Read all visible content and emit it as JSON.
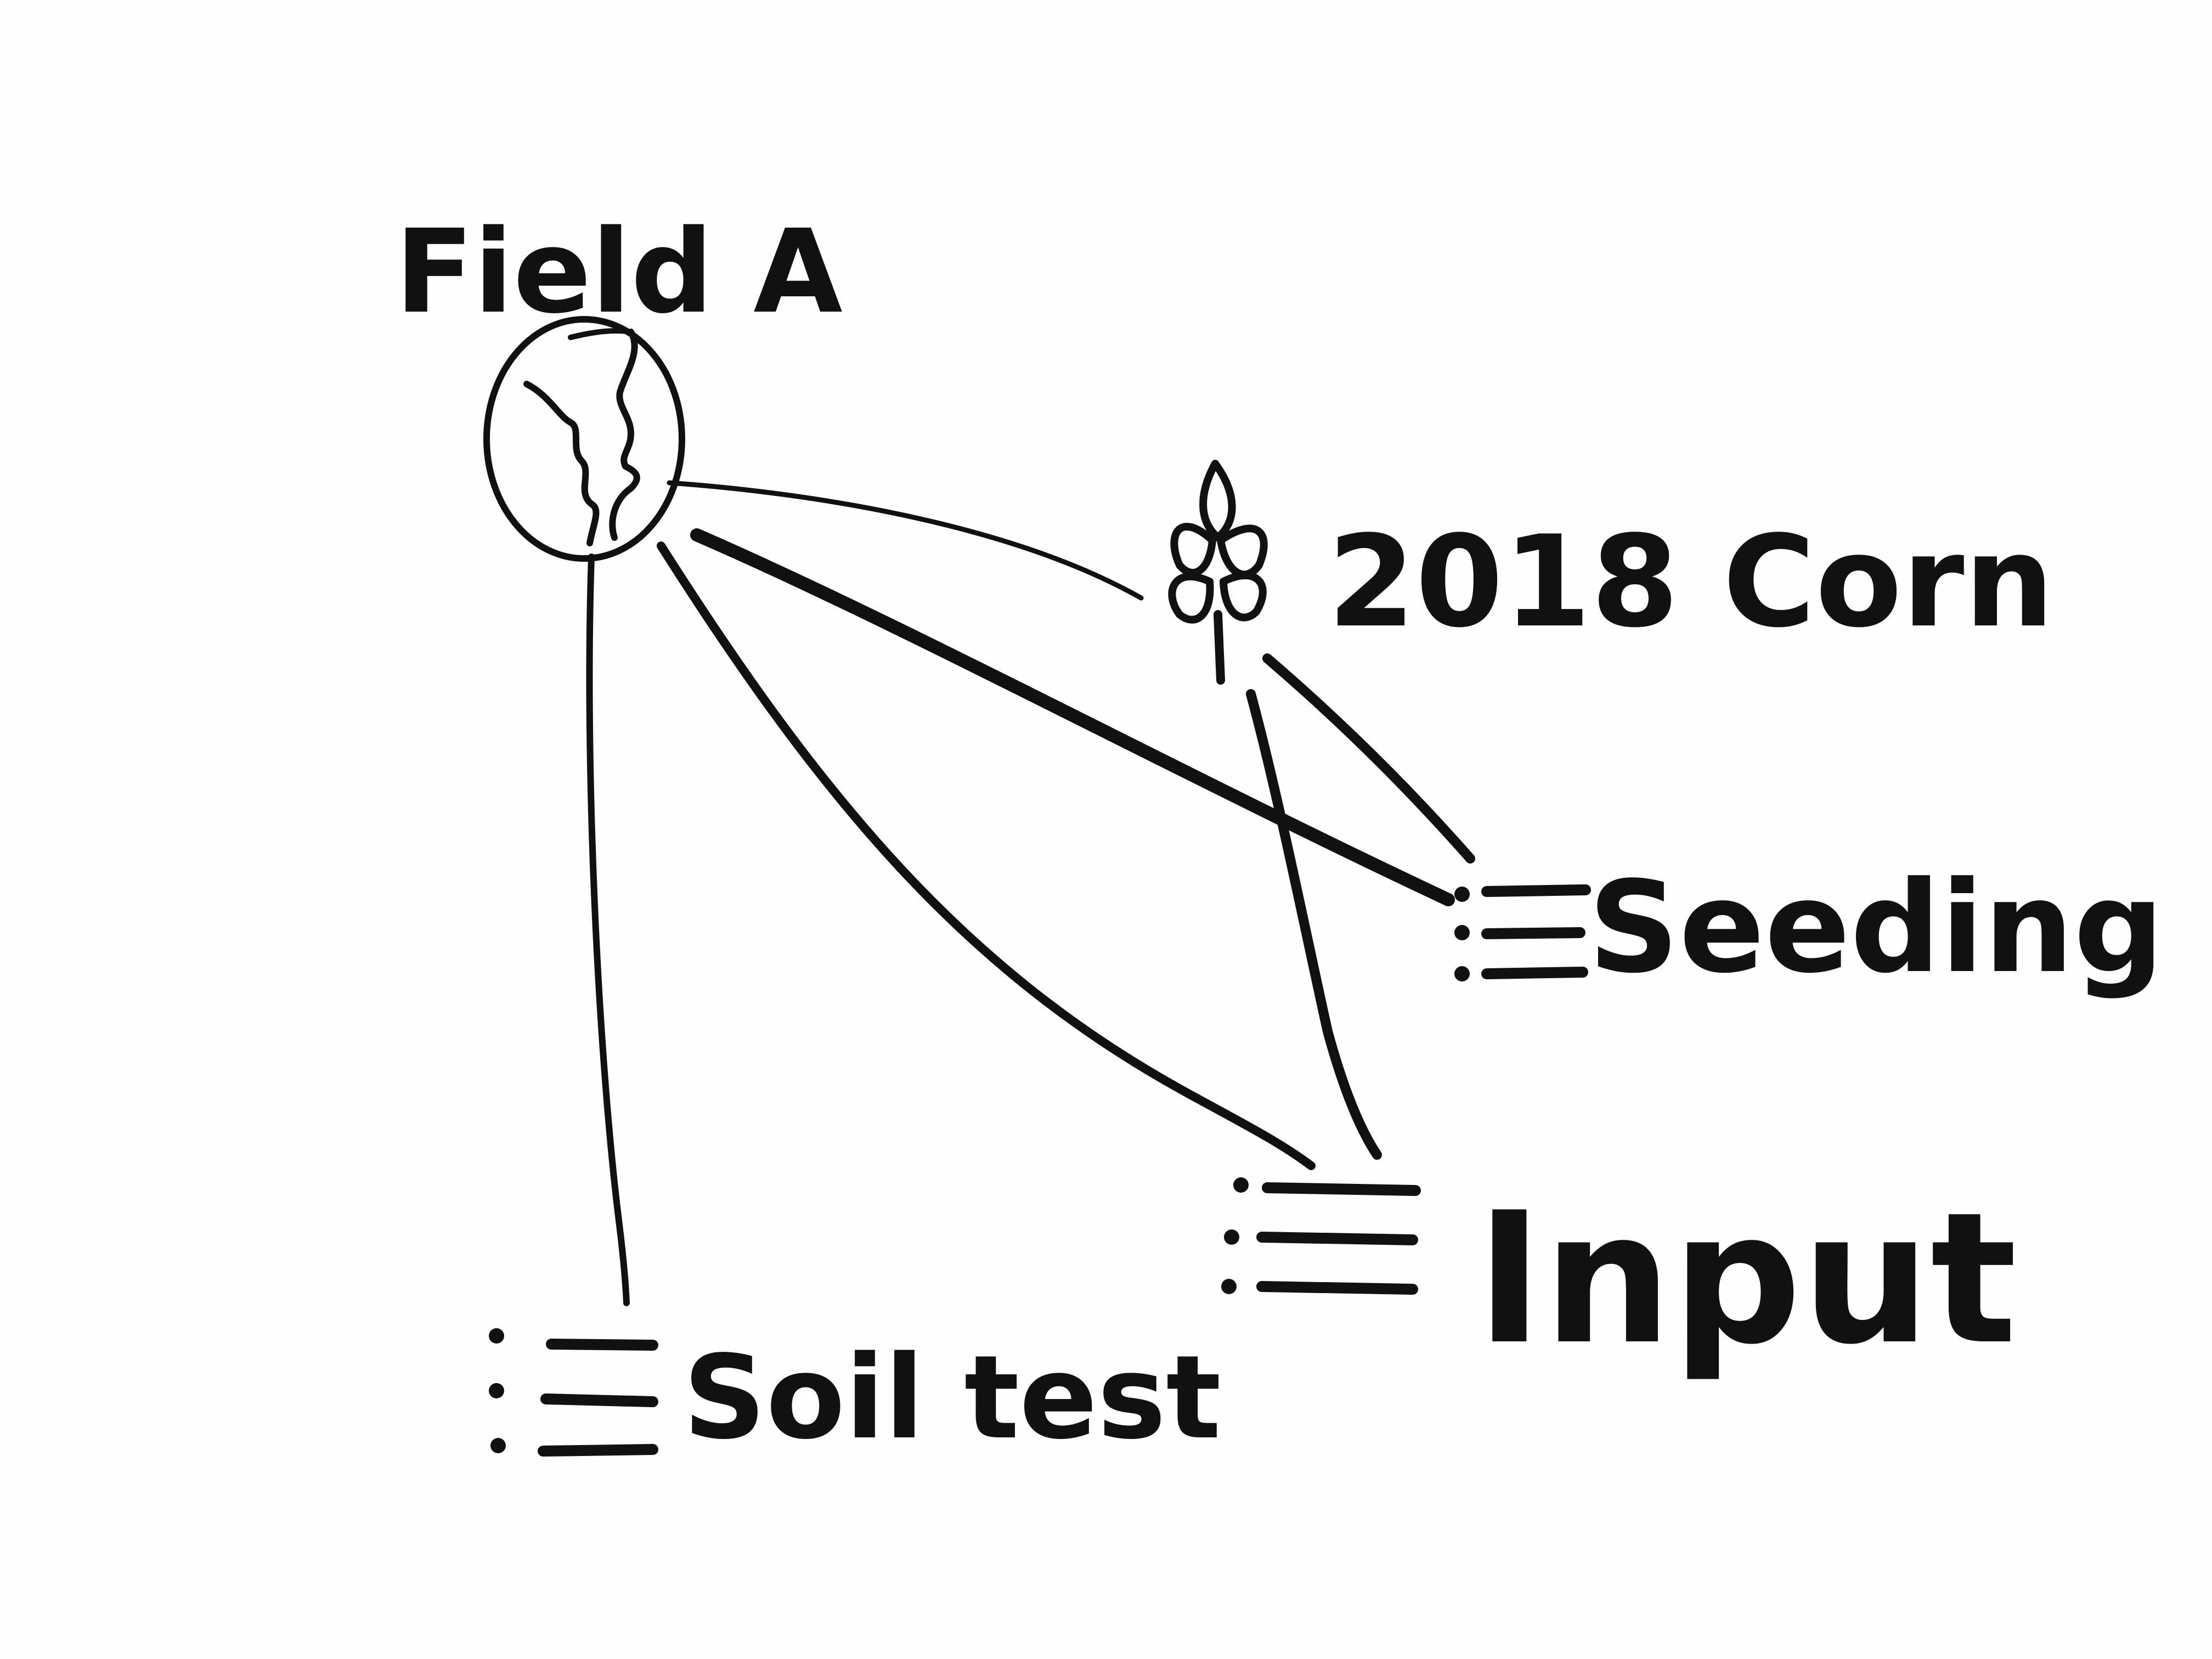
{
  "diagram": {
    "nodes": {
      "field": {
        "label": "Field A",
        "icon": "globe-icon"
      },
      "crop": {
        "label": "2018 Corn",
        "icon": "wheat-icon"
      },
      "seeding": {
        "label": "Seeding",
        "icon": "list-icon"
      },
      "input": {
        "label": "Input",
        "icon": "list-icon"
      },
      "soil_test": {
        "label": "Soil test",
        "icon": "list-icon"
      }
    },
    "edges": [
      {
        "from": "Field A",
        "to": "2018 Corn"
      },
      {
        "from": "Field A",
        "to": "Seeding"
      },
      {
        "from": "Field A",
        "to": "Input"
      },
      {
        "from": "Field A",
        "to": "Soil test"
      },
      {
        "from": "2018 Corn",
        "to": "Seeding"
      },
      {
        "from": "2018 Corn",
        "to": "Input"
      }
    ],
    "colors": {
      "ink": "#111111",
      "board": "#fefefe"
    }
  }
}
